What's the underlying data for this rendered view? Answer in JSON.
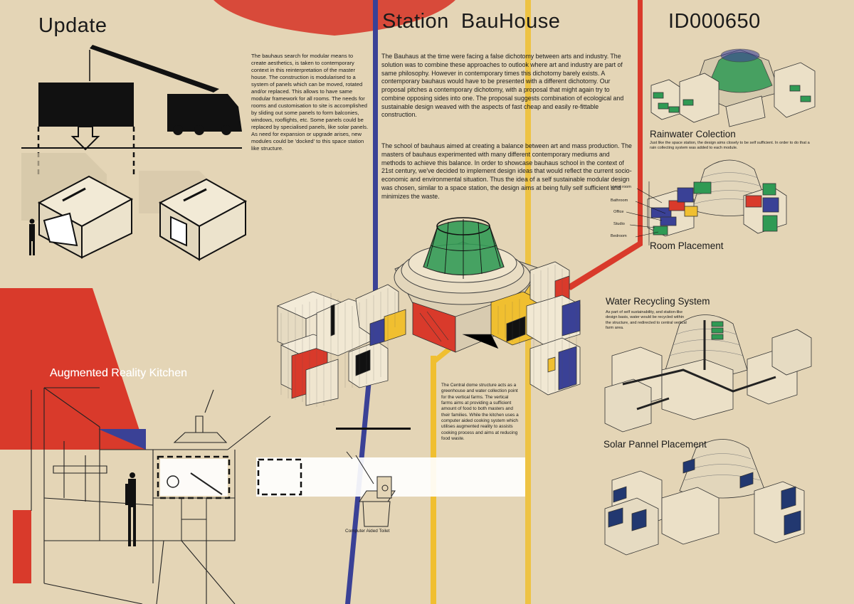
{
  "titles": {
    "left": "Update",
    "center": "Station  BauHouse",
    "right": "ID000650"
  },
  "left_panel": {
    "text": "The bauhaus search for modular means to create aesthetics, is taken to contemporary context in this reinterpretation of the master house. The construction is modularised to a system of panels which can be moved, rotated and/or replaced. This allows to have same modular framework for all rooms. The needs for rooms and customisation to site is accomplished by sliding out some panels to form balconies, windows, rooflights, etc. Some panels could be replaced by specialised panels, like solar panels. As need for expansion or upgrade arises, new modules could be 'docked' to this space station like structure.",
    "kitchen_title": "Augmented Reality Kitchen"
  },
  "center_panel": {
    "paragraph1": "The Bauhaus at the time were facing a false dichotomy between arts and industry. The solution was to combine these approaches to outlook where art and industry are part of same philosophy. However in contemporary times this dichotomy barely exists. A contemporary bauhaus would have to be presented with a different dichotomy. Our proposal pitches a contemporary dichotomy, with a proposal that might again try to combine opposing sides into one. The proposal suggests combination of ecological and sustainable design weaved with the aspects of fast cheap and easily re-fittable construction.",
    "paragraph2": "The school of bauhaus aimed at creating a balance between art and mass production. The masters of bauhaus experimented with many different contemporary mediums and methods to achieve this balance. In order to showcase bauhaus school in the context of 21st century, we've decided to implement design ideas that would reflect the current socio-economic and environmental situation. Thus the idea of a self sustainable modular design was chosen, similar to a space station, the design aims at being fully self sufficient and minimizes the waste.",
    "dome_caption": "The Central dome structure acts as a greenhouse and water collection point for the vertical farms. The vertical farms aims at providing a sufficient amount of food to both masters and their families. While the kitchen uses a computer aided cooking system which utilises augmented reality to assists cooking process and aims at reducing food waste.",
    "toilet_label": "Computer Aided Toilet"
  },
  "right_panel": {
    "rainwater_title": "Rainwater Colection",
    "rainwater_text": "Just like the space station, the design aims closely to be self sufficient. In order to do that a rain collecting system was added to each module.",
    "room_labels": [
      "Living room",
      "Bathroom",
      "Office",
      "Studio",
      "Bedroom"
    ],
    "room_title": "Room Placement",
    "water_title": "Water Recycling System",
    "water_text": "As part of self sustainability, and station-like design basis, water would be recycled within the structure, and redirected to central vertical farm area.",
    "solar_title": "Solar Pannel Placement"
  },
  "colors": {
    "paper": "#e4d5b6",
    "red": "#d93a2b",
    "blue": "#3a4196",
    "yellow": "#f0bf30",
    "green": "#2f9a54",
    "ink": "#1a1a1a"
  }
}
